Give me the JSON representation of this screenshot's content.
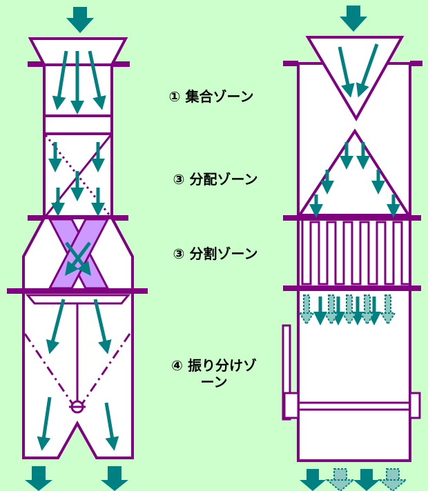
{
  "zones": {
    "z1": "① 集合ゾーン",
    "z2": "③ 分配ゾーン",
    "z3": "③ 分割ゾーン",
    "z4": "④ 振り分けゾーン"
  },
  "colors": {
    "background": "#ccffcc",
    "outline": "#800080",
    "arrow": "#008080",
    "arrow_dashed_fill": "#8fc8c0",
    "cross_fill": "#cc99ff",
    "panel": "#ffffff"
  },
  "icons": [
    "down-arrow-icon",
    "valve-icon"
  ]
}
